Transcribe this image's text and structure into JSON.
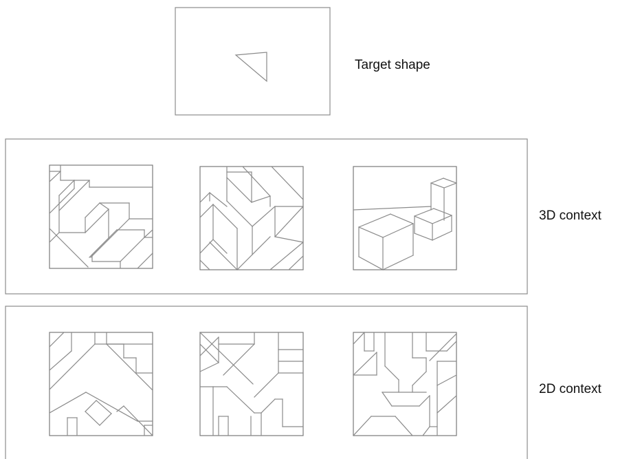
{
  "labels": {
    "target": "Target shape",
    "context_3d": "3D  context",
    "context_2d": "2D context"
  }
}
